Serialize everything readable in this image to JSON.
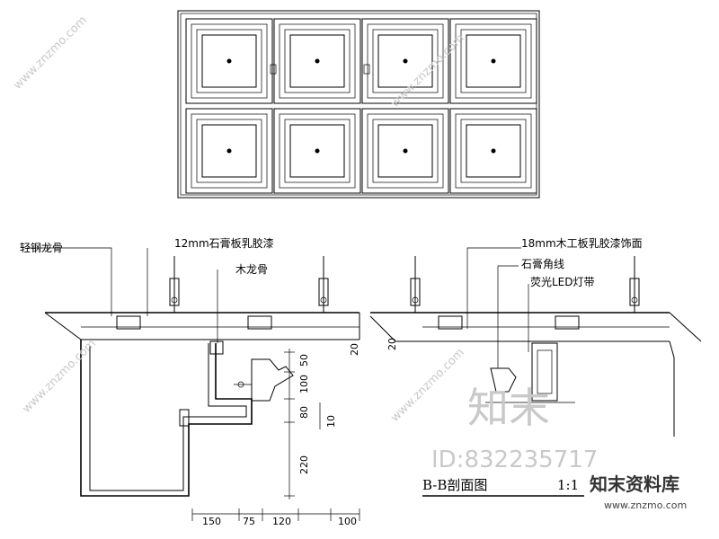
{
  "plan": {
    "panel_rows": 2,
    "panel_cols": 4
  },
  "labels": {
    "light_steel_keel": "轻钢龙骨",
    "gypsum_board": "12mm石膏板乳胶漆",
    "wood_keel": "木龙骨",
    "wood_board": "18mm木工板乳胶漆饰面",
    "gypsum_corner": "石膏角线",
    "led_strip": "荧光LED灯带"
  },
  "dimensions": {
    "horizontal": [
      "150",
      "75",
      "120",
      "100"
    ],
    "vertical": [
      "50",
      "100",
      "80",
      "220",
      "10"
    ],
    "side_left": "20",
    "side_right": "20"
  },
  "section_title": "B-B剖面图",
  "scale": "1:1",
  "watermark": {
    "logo_text": "知末",
    "id": "ID:832235717",
    "brand": "知末资料库",
    "url": "www.znzmo.com",
    "diagonal": "www.znzmo.com"
  }
}
